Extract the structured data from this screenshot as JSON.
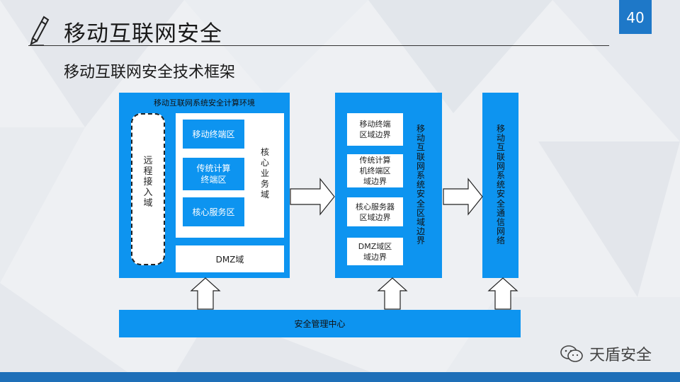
{
  "slide": {
    "title": "移动互联网安全",
    "page_number": "40",
    "subtitle": "移动互联网安全技术框架"
  },
  "diagram": {
    "env_label": "移动互联网系统安全计算环境",
    "remote_access": [
      "远",
      "程",
      "接",
      "入",
      "域"
    ],
    "core_business": [
      "核",
      "心",
      "业",
      "务",
      "域"
    ],
    "mobile_terminal_zone": "移动终端区",
    "traditional_terminal_zone": [
      "传统计算",
      "终端区"
    ],
    "core_server_zone": "核心服务区",
    "dmz": "DMZ域",
    "boundary_vertical": [
      "移",
      "动",
      "互",
      "联",
      "网",
      "系",
      "统",
      "安",
      "全",
      "区",
      "域",
      "边",
      "界"
    ],
    "boundary_mobile": [
      "移动终端",
      "区域边界"
    ],
    "boundary_traditional": [
      "传统计算",
      "机终端区",
      "域边界"
    ],
    "boundary_core": [
      "核心服务器",
      "区域边界"
    ],
    "boundary_dmz": [
      "DMZ域区",
      "域边界"
    ],
    "network_vertical": [
      "移",
      "动",
      "互",
      "联",
      "网",
      "系",
      "统",
      "安",
      "全",
      "通",
      "信",
      "网",
      "络"
    ],
    "management_center": "安全管理中心"
  },
  "watermark": {
    "text": "天盾安全"
  },
  "colors": {
    "primary_blue": "#0d94f0",
    "badge_blue": "#1e78c8",
    "footer_blue": "#1e6fb8"
  }
}
